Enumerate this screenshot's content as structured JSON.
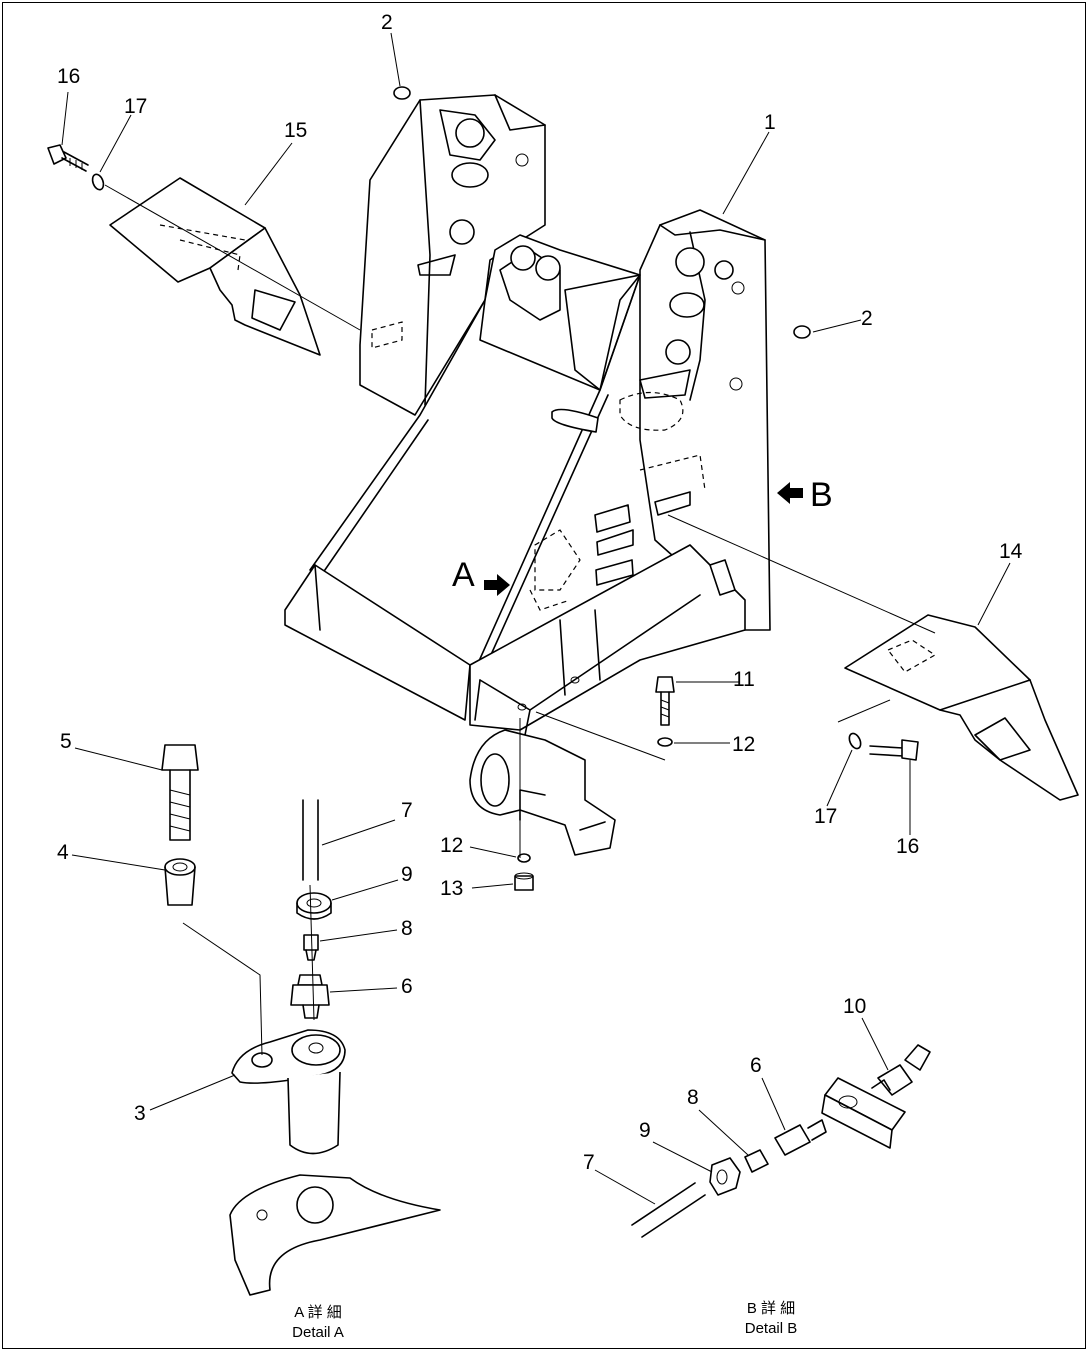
{
  "callouts": {
    "c1": "1",
    "c2a": "2",
    "c2b": "2",
    "c3": "3",
    "c4": "4",
    "c5": "5",
    "c6a": "6",
    "c6b": "6",
    "c7a": "7",
    "c7b": "7",
    "c8a": "8",
    "c8b": "8",
    "c9a": "9",
    "c9b": "9",
    "c10": "10",
    "c11": "11",
    "c12a": "12",
    "c12b": "12",
    "c13": "13",
    "c14": "14",
    "c15": "15",
    "c16a": "16",
    "c16b": "16",
    "c17a": "17",
    "c17b": "17"
  },
  "view_markers": {
    "a": "A",
    "b": "B"
  },
  "captions": {
    "detail_a_jp": "A 詳 細",
    "detail_a": "Detail A",
    "detail_b_jp": "B 詳 細",
    "detail_b": "Detail B"
  }
}
